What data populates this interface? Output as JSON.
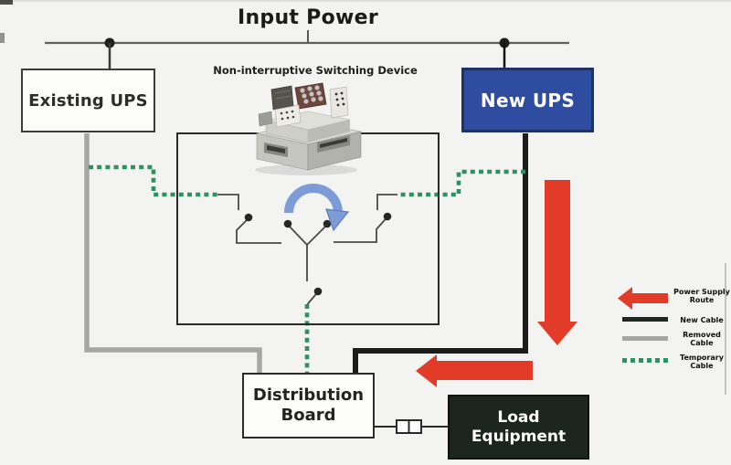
{
  "title": "Input Power",
  "device": {
    "label": "Non-interruptive Switching Device"
  },
  "nodes": {
    "existing_ups": {
      "label": "Existing UPS"
    },
    "new_ups": {
      "label": "New UPS"
    },
    "distribution_board": {
      "label": "Distribution Board"
    },
    "load_equipment": {
      "label": "Load Equipment"
    }
  },
  "legend": {
    "items": [
      {
        "id": "power-supply-route",
        "label": "Power Supply Route",
        "symbol": "red-left-arrow"
      },
      {
        "id": "new-cable",
        "label": "New Cable",
        "symbol": "black-solid-line"
      },
      {
        "id": "removed-cable",
        "label": "Removed Cable",
        "symbol": "gray-solid-line"
      },
      {
        "id": "temporary-cable",
        "label": "Temporary Cable",
        "symbol": "green-dotted-line"
      }
    ]
  },
  "colors": {
    "paper": "#f3f3f1",
    "accent-red": "#e23b28",
    "ups-blue": "#2e4da0",
    "cable-new": "#1c1c1c",
    "cable-removed": "#a6a6a6",
    "cable-temporary": "#2f9060",
    "load-dark": "#1d2520",
    "rotate-blue": "#7d9bd6"
  }
}
